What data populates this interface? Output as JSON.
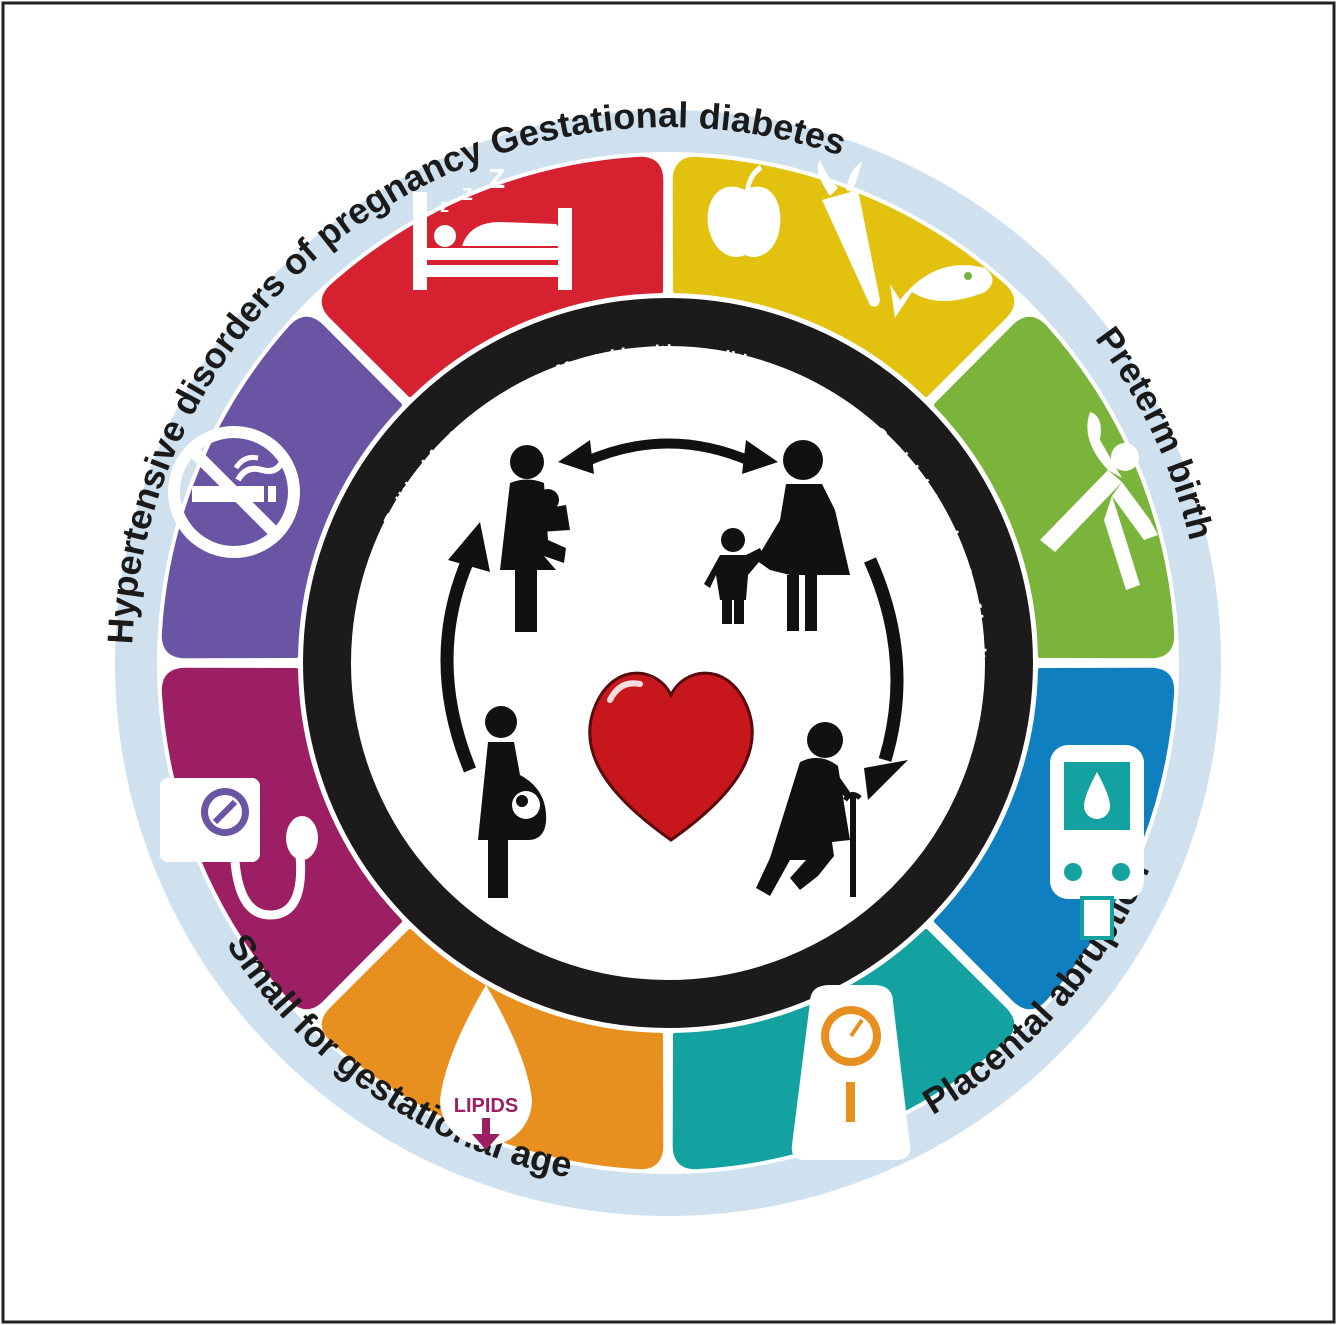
{
  "outer_ring": {
    "labels": [
      "Gestational diabetes",
      "Preterm birth",
      "Placental abruption",
      "Small for gestational age",
      "Hypertensive disorders of pregnancy"
    ],
    "color": "#cfe0ee"
  },
  "segments": [
    {
      "name": "sleep",
      "icon": "bed-sleep-icon",
      "color": "#e2c20f"
    },
    {
      "name": "diet",
      "icon": "apple-carrot-fish-icon",
      "color": "#7ab43b"
    },
    {
      "name": "physical-activity",
      "icon": "stretching-person-icon",
      "color": "#0f7fc0"
    },
    {
      "name": "blood-glucose",
      "icon": "glucometer-icon",
      "color": "#14a2a0"
    },
    {
      "name": "weight",
      "icon": "weighing-scale-icon",
      "color": "#e8901f"
    },
    {
      "name": "lipids",
      "icon": "lipids-drop-icon",
      "color": "#9c1f63",
      "icon_text": "LIPIDS"
    },
    {
      "name": "blood-pressure",
      "icon": "blood-pressure-cuff-icon",
      "color": "#6a55a4"
    },
    {
      "name": "smoking",
      "icon": "no-smoking-icon",
      "color": "#d62130"
    }
  ],
  "inner_ring": {
    "labels": [
      "Mental health conditions",
      "Social determinants of health",
      "Environmental conditions",
      "Vulnerable populations",
      "Political factors"
    ],
    "color": "#1c1a1b"
  },
  "center": {
    "heart_color": "#c8161d",
    "figures": [
      "mother-with-baby-icon",
      "woman-with-child-icon",
      "elderly-person-with-cane-icon",
      "pregnant-woman-icon"
    ],
    "arrows": [
      "double-arrow-icon",
      "cycle-arrow-icon"
    ]
  }
}
